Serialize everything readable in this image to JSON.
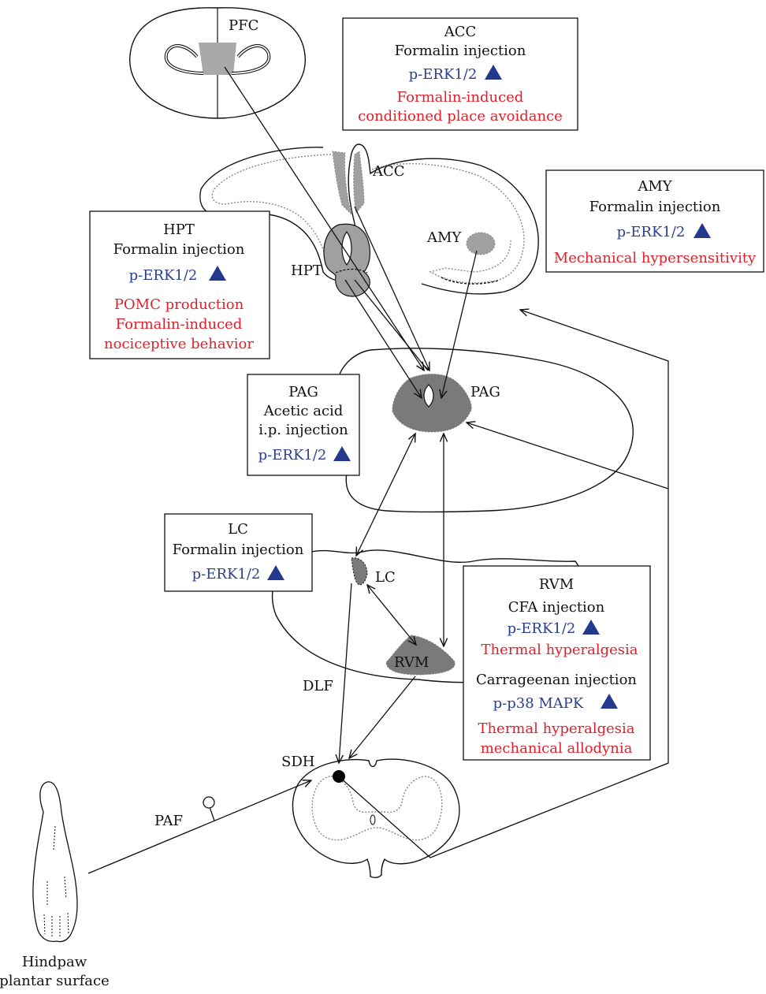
{
  "regions": {
    "pfc": "PFC",
    "acc": "ACC",
    "amy": "AMY",
    "hpt": "HPT",
    "pag": "PAG",
    "lc": "LC",
    "rvm": "RVM",
    "dlf": "DLF",
    "sdh": "SDH",
    "paf": "PAF",
    "hindpaw_line1": "Hindpaw",
    "hindpaw_line2": "plantar surface"
  },
  "boxes": {
    "acc": {
      "title": "ACC",
      "stimulus": "Formalin injection",
      "marker": "p-ERK1/2",
      "effect_line1": "Formalin-induced",
      "effect_line2": "conditioned place avoidance"
    },
    "amy": {
      "title": "AMY",
      "stimulus": "Formalin injection",
      "marker": "p-ERK1/2",
      "effect_line1": "Mechanical hypersensitivity"
    },
    "hpt": {
      "title": "HPT",
      "stimulus": "Formalin injection",
      "marker": "p-ERK1/2",
      "effect_line1": "POMC production",
      "effect_line2": "Formalin-induced",
      "effect_line3": "nociceptive behavior"
    },
    "pag": {
      "title": "PAG",
      "stimulus_line1": "Acetic acid",
      "stimulus_line2": "i.p. injection",
      "marker": "p-ERK1/2"
    },
    "lc": {
      "title": "LC",
      "stimulus": "Formalin injection",
      "marker": "p-ERK1/2"
    },
    "rvm": {
      "title": "RVM",
      "stimulus1": "CFA injection",
      "marker1": "p-ERK1/2",
      "effect1": "Thermal hyperalgesia",
      "stimulus2": "Carrageenan injection",
      "marker2": "p-p38 MAPK",
      "effect2_line1": "Thermal hyperalgesia",
      "effect2_line2": "mechanical allodynia"
    }
  },
  "colors": {
    "marker_text": "#2b3f8f",
    "effect_text": "#e0202a",
    "triangle": "#23398e",
    "region_fill": "#a0a0a0",
    "dark_region_fill": "#7a7a7a"
  }
}
